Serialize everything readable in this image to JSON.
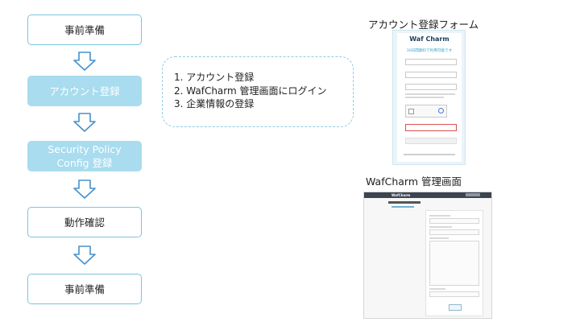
{
  "flow": {
    "steps": [
      {
        "label": "事前準備"
      },
      {
        "label": "アカウント登録"
      },
      {
        "label": "Security Policy Config 登録"
      },
      {
        "label": "動作確認"
      },
      {
        "label": "事前準備"
      }
    ]
  },
  "detail": {
    "items": [
      "1. アカウント登録",
      "2. WafCharm 管理画面にログイン",
      "3. 企業情報の登録"
    ]
  },
  "screens": {
    "form": {
      "title": "アカウント登録フォーム",
      "logo": "Waf Charm",
      "subtitle": "30日間無料で利用可能です"
    },
    "admin": {
      "title": "WafCharm 管理画面",
      "logo": "WafCharm"
    }
  },
  "colors": {
    "accent_fill": "#a8dcee",
    "accent_border": "#7cc4e2",
    "arrow": "#4a90c8",
    "dashed": "#8fcbe4"
  }
}
